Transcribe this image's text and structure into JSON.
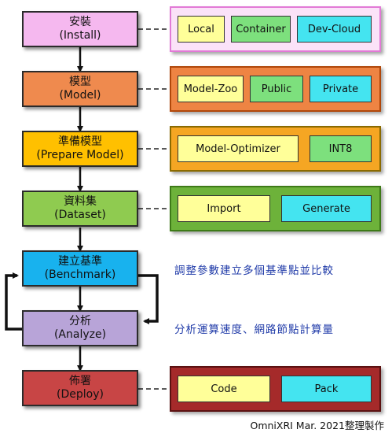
{
  "stages": [
    {
      "zh": "安裝",
      "en": "(Install)",
      "color": "#f5b8ef"
    },
    {
      "zh": "模型",
      "en": "(Model)",
      "color": "#ef8a4e"
    },
    {
      "zh": "準備模型",
      "en": "(Prepare Model)",
      "color": "#ffc000"
    },
    {
      "zh": "資料集",
      "en": "(Dataset)",
      "color": "#8fcb50"
    },
    {
      "zh": "建立基準",
      "en": "(Benchmark)",
      "color": "#18b2ee"
    },
    {
      "zh": "分析",
      "en": "(Analyze)",
      "color": "#b8a4d8"
    },
    {
      "zh": "佈署",
      "en": "(Deploy)",
      "color": "#c84545"
    }
  ],
  "panels": {
    "install": {
      "border_color": "#e27ad6",
      "fill": "#fbe2f8",
      "items": [
        "Local",
        "Container",
        "Dev-Cloud"
      ]
    },
    "model": {
      "border_color": "#b0470a",
      "fill": "#ee8443",
      "items": [
        "Model-Zoo",
        "Public",
        "Private"
      ]
    },
    "prepare": {
      "border_color": "#8a6a00",
      "fill": "#f5a623",
      "items": [
        "Model-Optimizer",
        "INT8"
      ]
    },
    "dataset": {
      "border_color": "#3e7a18",
      "fill": "#6db23a",
      "items": [
        "Import",
        "Generate"
      ]
    },
    "deploy": {
      "border_color": "#5b1111",
      "fill": "#a52a2a",
      "items": [
        "Code",
        "Pack"
      ]
    }
  },
  "chip_colors": {
    "yellow": "#ffff99",
    "green": "#7de07d",
    "cyan": "#44e4f0"
  },
  "notes": {
    "benchmark": "調整參數建立多個基準點並比較",
    "analyze": "分析運算速度、網路節點計算量"
  },
  "credit": "OmniXRI Mar. 2021整理製作"
}
